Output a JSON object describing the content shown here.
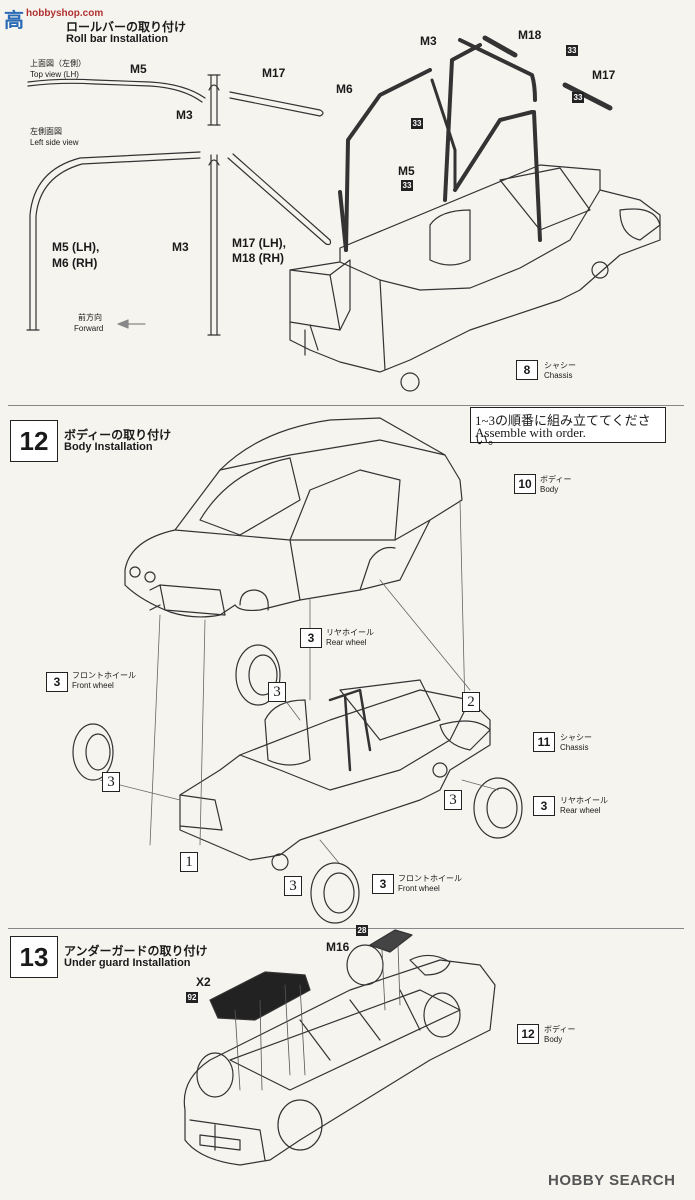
{
  "header": {
    "site_logo_main": "高",
    "site_logo_sub": "hobbyshop.com"
  },
  "step11": {
    "title_jp": "ロールバーの取り付け",
    "title_en": "Roll bar Installation",
    "top_view_jp": "上面図（左側）",
    "top_view_en": "Top view (LH)",
    "left_view_jp": "左側面図",
    "left_view_en": "Left side view",
    "forward_jp": "前方向",
    "forward_en": "Forward",
    "label_m5_top": "M5",
    "label_m17_top": "M17",
    "label_m3_top": "M3",
    "label_m5_lh": "M5 (LH),",
    "label_m6_rh": "M6 (RH)",
    "label_m3_side": "M3",
    "label_m17_lh": "M17 (LH),",
    "label_m18_rh": "M18 (RH)",
    "label_m3_car": "M3",
    "label_m18_car": "M18",
    "label_m6_car": "M6",
    "label_m17_car": "M17",
    "label_m5_car": "M5",
    "tag_33": "33",
    "chassis_ref": "8",
    "chassis_jp": "シャシー",
    "chassis_en": "Chassis"
  },
  "step12": {
    "number": "12",
    "title_jp": "ボディーの取り付け",
    "title_en": "Body Installation",
    "note_jp": "1~3の順番に組み立ててください。",
    "note_en": "Assemble with order.",
    "body_ref": "10",
    "body_jp": "ボディー",
    "body_en": "Body",
    "rear_ref": "3",
    "rear_jp": "リヤホイール",
    "rear_en": "Rear wheel",
    "front_ref": "3",
    "front_jp": "フロントホイール",
    "front_en": "Front wheel",
    "chassis_ref": "11",
    "chassis_jp": "シャシー",
    "chassis_en": "Chassis",
    "rear2_ref": "3",
    "rear2_jp": "リヤホイール",
    "rear2_en": "Rear wheel",
    "front2_ref": "3",
    "front2_jp": "フロントホイール",
    "front2_en": "Front wheel",
    "order_1": "1",
    "order_2": "2",
    "order_3": "3"
  },
  "step13": {
    "number": "13",
    "title_jp": "アンダーガードの取り付け",
    "title_en": "Under guard Installation",
    "label_m16": "M16",
    "tag_28": "28",
    "label_x2": "X2",
    "tag_92": "92",
    "body_ref": "12",
    "body_jp": "ボディー",
    "body_en": "Body"
  },
  "footer": {
    "watermark": "HOBBY SEARCH"
  }
}
